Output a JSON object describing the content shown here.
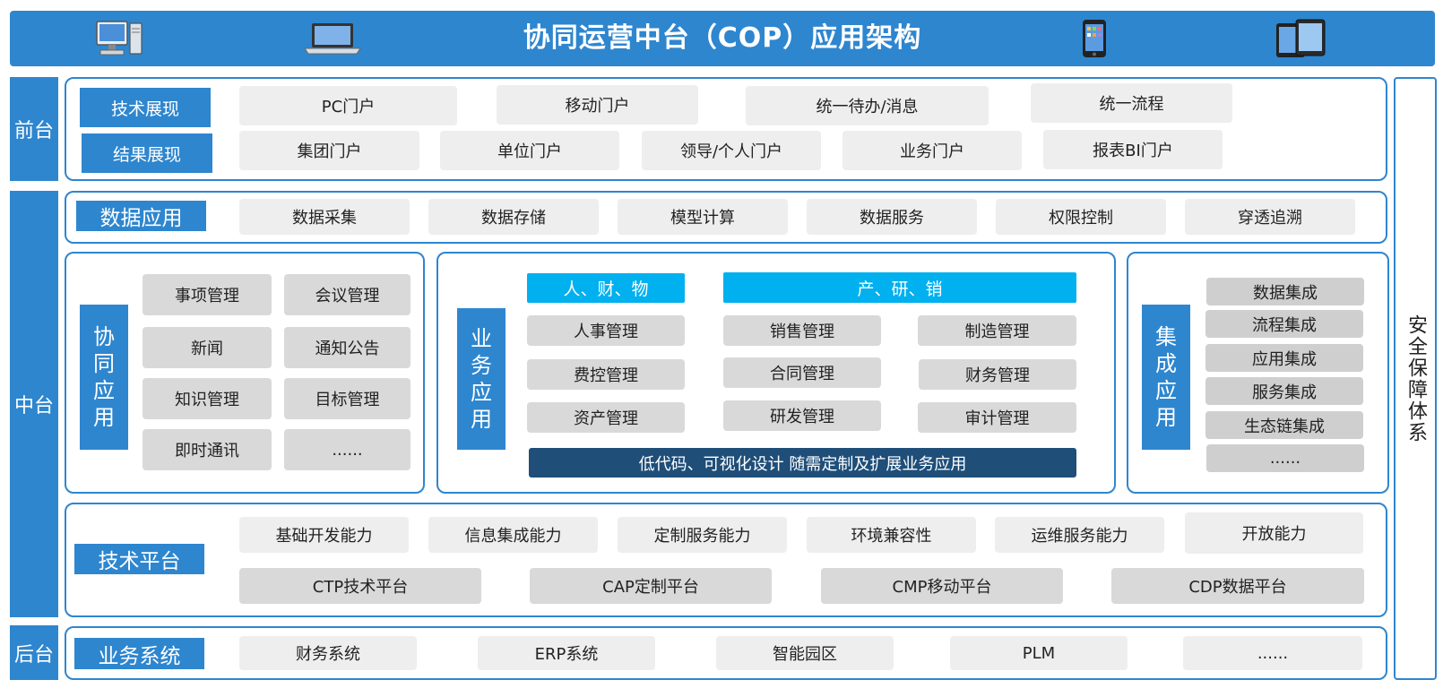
{
  "header": {
    "title": "协同运营中台（COP）应用架构",
    "device_icons": [
      "desktop-computer-icon",
      "laptop-icon",
      "smartphone-icon",
      "tablet-icon"
    ]
  },
  "layers": {
    "front": "前台",
    "middle": "中台",
    "back": "后台"
  },
  "security": "安全保障体系",
  "front": {
    "tech_label": "技术展现",
    "result_label": "结果展现",
    "tech_items": [
      "PC门户",
      "移动门户",
      "统一待办/消息",
      "统一流程"
    ],
    "result_items": [
      "集团门户",
      "单位门户",
      "领导/个人门户",
      "业务门户",
      "报表BI门户"
    ]
  },
  "data_app": {
    "label": "数据应用",
    "items": [
      "数据采集",
      "数据存储",
      "模型计算",
      "数据服务",
      "权限控制",
      "穿透追溯"
    ]
  },
  "collab": {
    "label": [
      "协",
      "同",
      "应",
      "用"
    ],
    "items": [
      "事项管理",
      "会议管理",
      "新闻",
      "通知公告",
      "知识管理",
      "目标管理",
      "即时通讯",
      "......"
    ]
  },
  "business": {
    "label": [
      "业",
      "务",
      "应",
      "用"
    ],
    "group1": "人、财、物",
    "group2": "产、研、销",
    "group1_items": [
      "人事管理",
      "费控管理",
      "资产管理"
    ],
    "group2_items": [
      "销售管理",
      "制造管理",
      "合同管理",
      "财务管理",
      "研发管理",
      "审计管理"
    ],
    "lowcode": "低代码、可视化设计 随需定制及扩展业务应用"
  },
  "integration": {
    "label": [
      "集",
      "成",
      "应",
      "用"
    ],
    "items": [
      "数据集成",
      "流程集成",
      "应用集成",
      "服务集成",
      "生态链集成",
      "......"
    ]
  },
  "tech_platform": {
    "label": "技术平台",
    "capabilities": [
      "基础开发能力",
      "信息集成能力",
      "定制服务能力",
      "环境兼容性",
      "运维服务能力",
      "开放能力"
    ],
    "platforms": [
      "CTP技术平台",
      "CAP定制平台",
      "CMP移动平台",
      "CDP数据平台"
    ]
  },
  "biz_system": {
    "label": "业务系统",
    "items": [
      "财务系统",
      "ERP系统",
      "智能园区",
      "PLM",
      "......"
    ]
  },
  "colors": {
    "primary_blue": "#2e86cf",
    "cyan": "#00b0ef",
    "navy": "#1f4e79",
    "box_light": "#eeeeee",
    "box_mid": "#d9d9d9"
  }
}
